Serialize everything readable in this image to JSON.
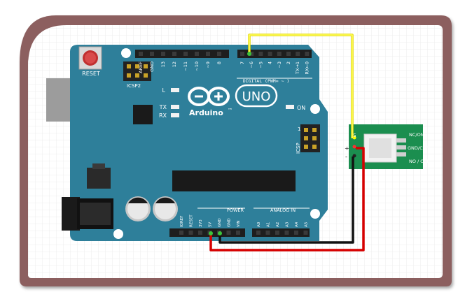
{
  "colors": {
    "frame": "#8c5f5e",
    "board": "#2e7f9a",
    "board_dark": "#256b82",
    "silk": "#ffffff",
    "wire_signal": "#ffff00",
    "wire_power": "#d60000",
    "wire_ground": "#111111",
    "module_pcb": "#1b8e4f",
    "reset_button": "#c03030"
  },
  "board": {
    "reset_label": "RESET",
    "icsp2_label": "ICSP2",
    "icsp_label": "ICSP",
    "brand": "Arduino",
    "brand_tm": "™",
    "model": "UNO",
    "digital_label": "DIGITAL (PWM= ~ )",
    "power_header_label": "POWER",
    "analog_header_label": "ANALOG IN",
    "led_l": "L",
    "led_tx": "TX",
    "led_rx": "RX",
    "led_on": "ON",
    "icsp_pin1": "1",
    "digital_pins": [
      "AREF",
      "GND",
      "13",
      "12",
      "~11",
      "~10",
      "~9",
      "8",
      "7",
      "~6",
      "~5",
      "4",
      "~3",
      "2",
      "TX→1",
      "RX←0"
    ],
    "power_pins": [
      "IOREF",
      "RESET",
      "3V3",
      "5V",
      "GND",
      "GND",
      "VIN"
    ],
    "analog_pins": [
      "A0",
      "A1",
      "A2",
      "A3",
      "A4",
      "A5"
    ]
  },
  "module": {
    "pin_s": "S",
    "pin_plus": "+",
    "pin_minus": "-",
    "label_nc": "NC/ON",
    "label_com": "GND/COM",
    "label_no": "NO / OFF"
  }
}
